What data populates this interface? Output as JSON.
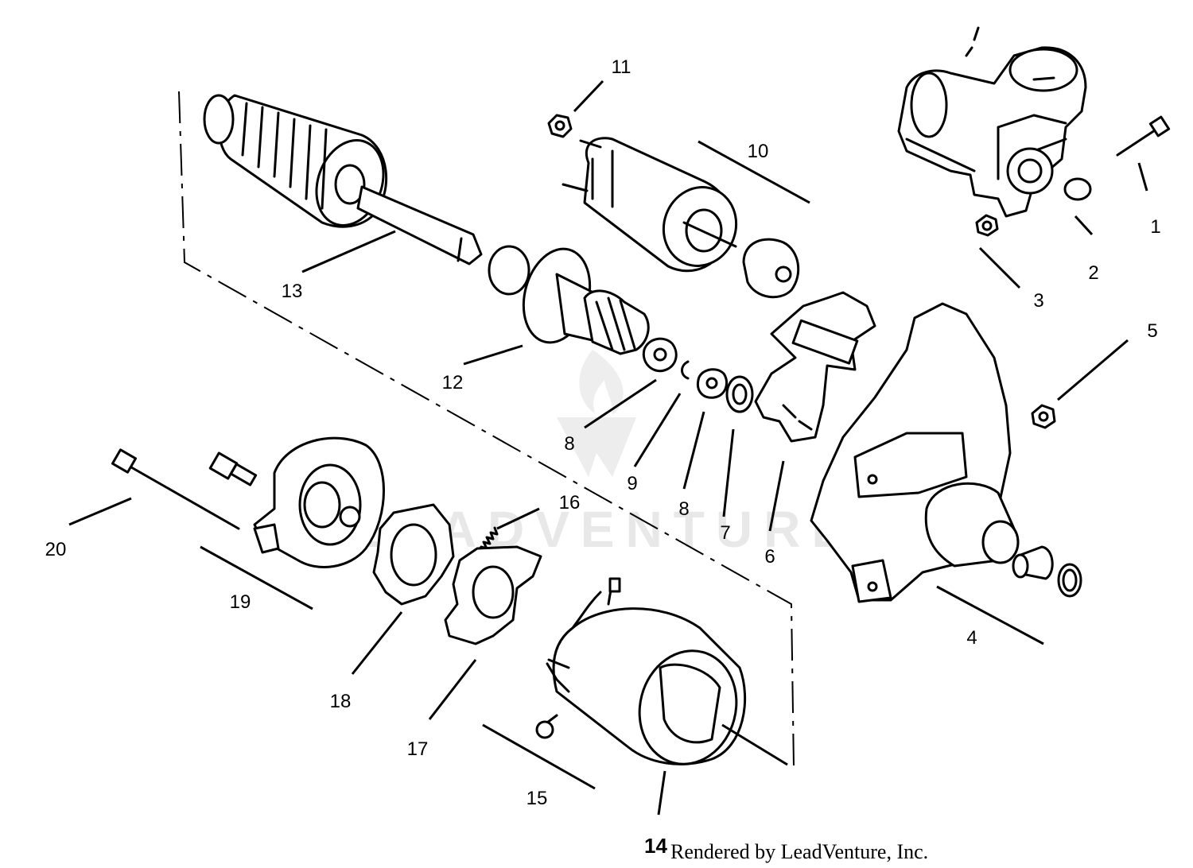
{
  "watermark": "LEADVENTURE",
  "credit": "Rendered by LeadVenture, Inc.",
  "callouts": [
    {
      "id": "1",
      "label": "1"
    },
    {
      "id": "2",
      "label": "2"
    },
    {
      "id": "3",
      "label": "3"
    },
    {
      "id": "4",
      "label": "4"
    },
    {
      "id": "5",
      "label": "5"
    },
    {
      "id": "6",
      "label": "6"
    },
    {
      "id": "7",
      "label": "7"
    },
    {
      "id": "8a",
      "label": "8"
    },
    {
      "id": "8b",
      "label": "8"
    },
    {
      "id": "9",
      "label": "9"
    },
    {
      "id": "10",
      "label": "10"
    },
    {
      "id": "11",
      "label": "11"
    },
    {
      "id": "12",
      "label": "12"
    },
    {
      "id": "13",
      "label": "13"
    },
    {
      "id": "14",
      "label": "14"
    },
    {
      "id": "15",
      "label": "15"
    },
    {
      "id": "16",
      "label": "16"
    },
    {
      "id": "17",
      "label": "17"
    },
    {
      "id": "18",
      "label": "18"
    },
    {
      "id": "19",
      "label": "19"
    },
    {
      "id": "20",
      "label": "20"
    }
  ]
}
